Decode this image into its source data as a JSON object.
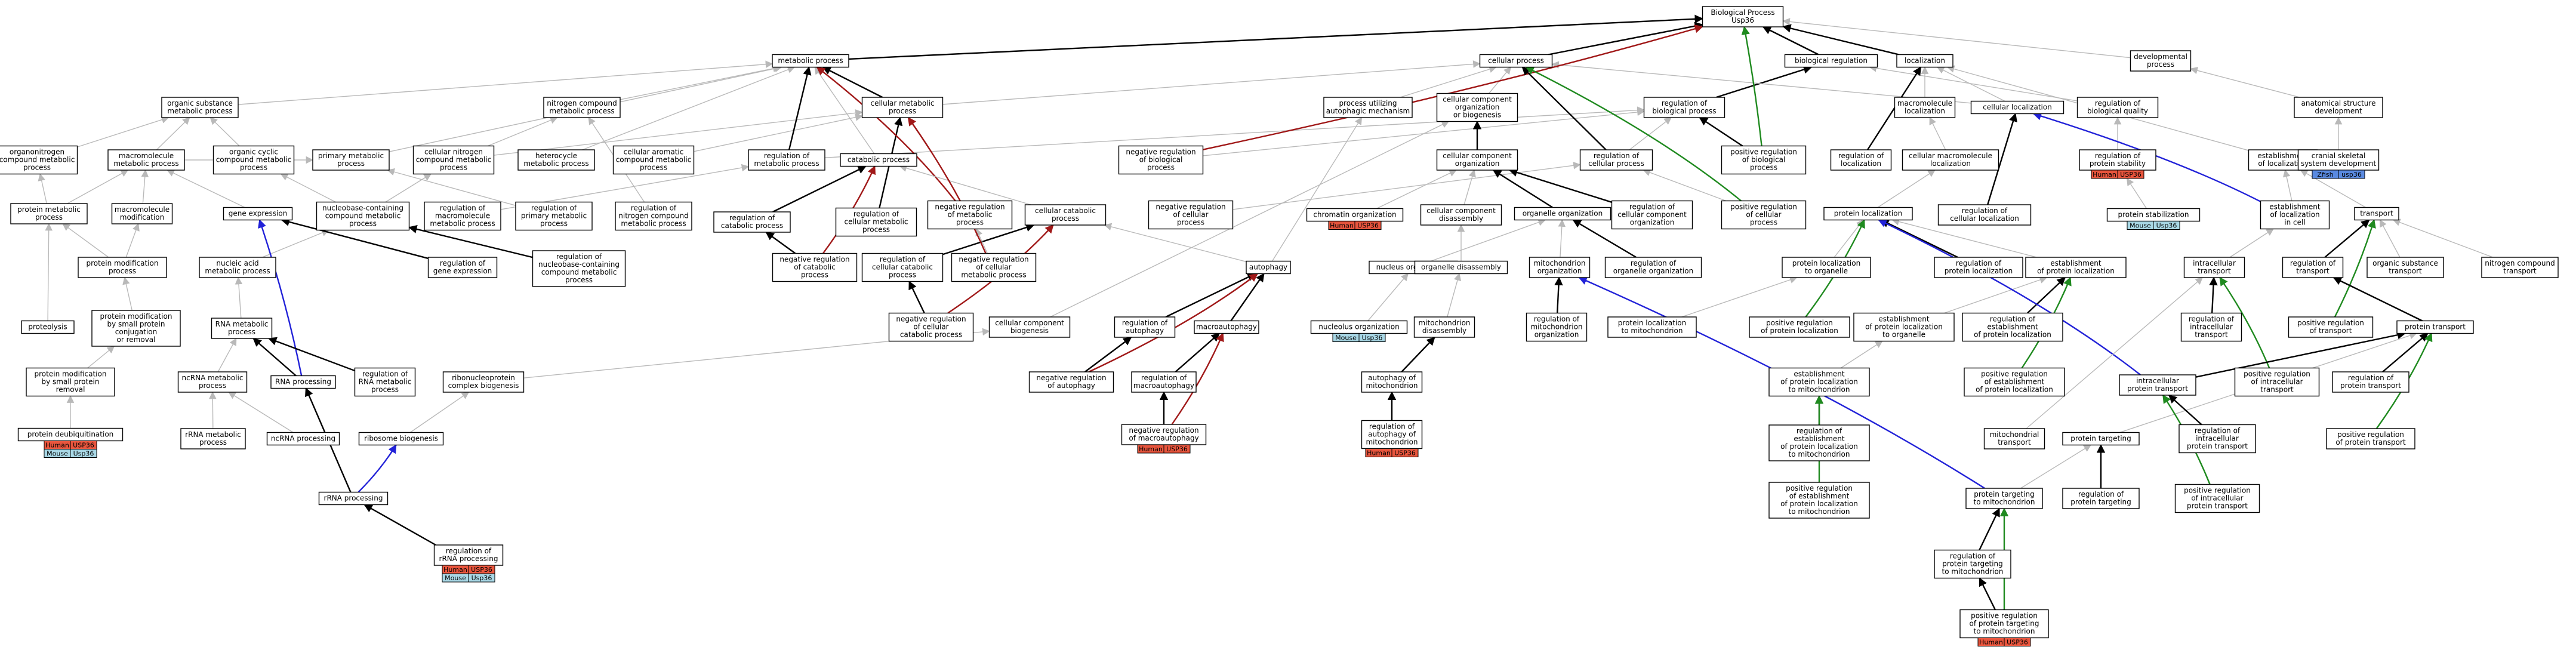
{
  "nodes": {
    "bp": "Biological Process\nUsp36",
    "metabolic_process": "metabolic process",
    "cellular_process": "cellular process",
    "biological_regulation": "biological regulation",
    "localization": "localization",
    "developmental_process": "developmental\nprocess",
    "organic_substance_metabolic": "organic substance\nmetabolic process",
    "nitrogen_compound_metabolic": "nitrogen compound\nmetabolic process",
    "cellular_metabolic": "cellular metabolic\nprocess",
    "process_utilizing_autophagic": "process utilizing\nautophagic mechanism",
    "cellular_component_org_biogenesis": "cellular component\norganization\nor biogenesis",
    "regulation_biological_process": "regulation of\nbiological process",
    "macromolecule_localization": "macromolecule\nlocalization",
    "cellular_localization": "cellular localization",
    "regulation_biological_quality": "regulation of\nbiological quality",
    "anatomical_structure_dev": "anatomical structure\ndevelopment",
    "organonitrogen_compound_metabolic": "organonitrogen\ncompound metabolic\nprocess",
    "macromolecule_metabolic": "macromolecule\nmetabolic process",
    "organic_cyclic_compound_metabolic": "organic cyclic\ncompound metabolic\nprocess",
    "primary_metabolic": "primary metabolic\nprocess",
    "cellular_nitrogen_compound_metabolic": "cellular nitrogen\ncompound metabolic\nprocess",
    "heterocycle_metabolic": "heterocycle\nmetabolic process",
    "cellular_aromatic_compound_metabolic": "cellular aromatic\ncompound metabolic\nprocess",
    "regulation_metabolic_process": "regulation of\nmetabolic process",
    "catabolic_process": "catabolic process",
    "negative_regulation_biological_process": "negative regulation\nof biological\nprocess",
    "cellular_component_organization": "cellular component\norganization",
    "regulation_cellular_process": "regulation of\ncellular process",
    "positive_regulation_biological_process": "positive regulation\nof biological\nprocess",
    "regulation_of_localization": "regulation of\nlocalization",
    "cellular_macromolecule_localization": "cellular macromolecule\nlocalization",
    "regulation_protein_stability": "regulation of\nprotein stability",
    "establishment_of_localization": "establishment\nof localization",
    "cranial_skeletal_system_dev": "cranial skeletal\nsystem development",
    "protein_metabolic": "protein metabolic\nprocess",
    "macromolecule_modification": "macromolecule\nmodification",
    "gene_expression": "gene expression",
    "nucleobase_containing_compound_metabolic": "nucleobase-containing\ncompound metabolic\nprocess",
    "regulation_macromolecule_metabolic": "regulation of\nmacromolecule\nmetabolic process",
    "regulation_primary_metabolic": "regulation of\nprimary metabolic\nprocess",
    "regulation_nitrogen_compound_metabolic": "regulation of\nnitrogen compound\nmetabolic process",
    "regulation_catabolic_process": "regulation of\ncatabolic process",
    "regulation_cellular_metabolic": "regulation of\ncellular metabolic\nprocess",
    "negative_regulation_metabolic": "negative regulation\nof metabolic\nprocess",
    "cellular_catabolic": "cellular catabolic\nprocess",
    "negative_regulation_cellular_process": "negative regulation\nof cellular\nprocess",
    "chromatin_organization": "chromatin organization",
    "cellular_component_disassembly": "cellular component\ndisassembly",
    "organelle_organization": "organelle organization",
    "regulation_cellular_component_org": "regulation of\ncellular component\norganization",
    "positive_regulation_cellular_process": "positive regulation\nof cellular\nprocess",
    "protein_localization": "protein localization",
    "regulation_cellular_localization": "regulation of\ncellular localization",
    "protein_stabilization": "protein stabilization",
    "establishment_localization_in_cell": "establishment\nof localization\nin cell",
    "transport": "transport",
    "protein_modification_process": "protein modification\nprocess",
    "nucleic_acid_metabolic": "nucleic acid\nmetabolic process",
    "regulation_gene_expression": "regulation of\ngene expression",
    "regulation_nucleobase_metabolic": "regulation of\nnucleobase-containing\ncompound metabolic\nprocess",
    "negative_regulation_catabolic": "negative regulation\nof catabolic\nprocess",
    "regulation_cellular_catabolic": "regulation of\ncellular catabolic\nprocess",
    "negative_regulation_cellular_metabolic": "negative regulation\nof cellular\nmetabolic process",
    "autophagy": "autophagy",
    "nucleus_organization": "nucleus organization",
    "organelle_disassembly": "organelle disassembly",
    "mitochondrion_organization": "mitochondrion\norganization",
    "regulation_organelle_organization": "regulation of\norganelle organization",
    "protein_localization_to_organelle": "protein localization\nto organelle",
    "regulation_protein_localization": "regulation of\nprotein localization",
    "establishment_protein_localization": "establishment\nof protein localization",
    "intracellular_transport": "intracellular\ntransport",
    "regulation_of_transport": "regulation of\ntransport",
    "organic_substance_transport": "organic substance\ntransport",
    "nitrogen_compound_transport": "nitrogen compound\ntransport",
    "proteolysis": "proteolysis",
    "protein_modification_small_conj": "protein modification\nby small protein\nconjugation\nor removal",
    "rna_metabolic": "RNA metabolic\nprocess",
    "negative_regulation_cellular_catabolic": "negative regulation\nof cellular\ncatabolic process",
    "cellular_component_biogenesis": "cellular component\nbiogenesis",
    "regulation_of_autophagy": "regulation of\nautophagy",
    "macroautophagy": "macroautophagy",
    "nucleolus_organization": "nucleolus organization",
    "mitochondrion_disassembly": "mitochondrion\ndisassembly",
    "regulation_mitochondrion_org": "regulation of\nmitochondrion\norganization",
    "protein_localization_to_mitochondrion": "protein localization\nto mitochondrion",
    "positive_regulation_protein_localization": "positive regulation\nof protein localization",
    "establishment_protein_localization_organelle": "establishment\nof protein localization\nto organelle",
    "regulation_establishment_protein_localization": "regulation of\nestablishment\nof protein localization",
    "regulation_intracellular_transport": "regulation of\nintracellular\ntransport",
    "positive_regulation_of_transport": "positive regulation\nof transport",
    "protein_transport": "protein transport",
    "protein_modification_small_removal": "protein modification\nby small protein\nremoval",
    "ncrna_metabolic": "ncRNA metabolic\nprocess",
    "rna_processing": "RNA processing",
    "regulation_rna_metabolic": "regulation of\nRNA metabolic\nprocess",
    "ribonucleoprotein_complex_biogenesis": "ribonucleoprotein\ncomplex biogenesis",
    "negative_regulation_autophagy": "negative regulation\nof autophagy",
    "regulation_macroautophagy": "regulation of\nmacroautophagy",
    "autophagy_of_mitochondrion": "autophagy of\nmitochondrion",
    "establishment_protein_localization_mito": "establishment\nof protein localization\nto mitochondrion",
    "positive_regulation_establishment_protein_localization": "positive regulation\nof establishment\nof protein localization",
    "positive_regulation_intracellular_transport": "positive regulation\nof intracellular\ntransport",
    "intracellular_protein_transport": "intracellular\nprotein transport",
    "regulation_protein_transport": "regulation of\nprotein transport",
    "positive_regulation_protein_transport": "positive regulation\nof protein transport",
    "protein_deubiquitination": "protein deubiquitination",
    "rrna_metabolic": "rRNA metabolic\nprocess",
    "ncrna_processing": "ncRNA processing",
    "ribosome_biogenesis": "ribosome biogenesis",
    "negative_regulation_macroautophagy": "negative regulation\nof macroautophagy",
    "regulation_autophagy_mitochondrion": "regulation of\nautophagy of\nmitochondrion",
    "regulation_establishment_protein_localization_mito": "regulation of\nestablishment\nof protein localization\nto mitochondrion",
    "mitochondrial_transport": "mitochondrial\ntransport",
    "protein_targeting": "protein targeting",
    "regulation_intracellular_protein_transport": "regulation of\nintracellular\nprotein transport",
    "rrna_processing": "rRNA processing",
    "positive_regulation_establishment_protein_localization_mito": "positive regulation\nof establishment\nof protein localization\nto mitochondrion",
    "protein_targeting_to_mitochondrion": "protein targeting\nto mitochondrion",
    "regulation_protein_targeting": "regulation of\nprotein targeting",
    "positive_regulation_intracellular_protein_transport": "positive regulation\nof intracellular\nprotein transport",
    "regulation_rrna_processing": "regulation of\nrRNA processing",
    "regulation_protein_targeting_mito": "regulation of\nprotein targeting\nto mitochondrion",
    "positive_regulation_protein_targeting_mito": "positive regulation\nof protein targeting\nto mitochondrion"
  },
  "annotations": {
    "regulation_protein_stability": [
      {
        "species": "Human",
        "gene": "USP36"
      }
    ],
    "cranial_skeletal_system_dev": [
      {
        "species": "Zfish",
        "gene": "usp36"
      }
    ],
    "chromatin_organization": [
      {
        "species": "Human",
        "gene": "USP36"
      }
    ],
    "protein_stabilization": [
      {
        "species": "Mouse",
        "gene": "Usp36"
      }
    ],
    "protein_deubiquitination": [
      {
        "species": "Human",
        "gene": "USP36"
      },
      {
        "species": "Mouse",
        "gene": "Usp36"
      }
    ],
    "nucleolus_organization": [
      {
        "species": "Mouse",
        "gene": "Usp36"
      }
    ],
    "negative_regulation_macroautophagy": [
      {
        "species": "Human",
        "gene": "USP36"
      }
    ],
    "regulation_autophagy_mitochondrion": [
      {
        "species": "Human",
        "gene": "USP36"
      }
    ],
    "regulation_rrna_processing": [
      {
        "species": "Human",
        "gene": "USP36"
      },
      {
        "species": "Mouse",
        "gene": "Usp36"
      }
    ],
    "positive_regulation_protein_targeting_mito": [
      {
        "species": "Human",
        "gene": "USP36"
      }
    ]
  },
  "colors": {
    "Human": "#e8553d",
    "Mouse": "#a9d8e6",
    "Zfish": "#5a8ae0",
    "edge_default": "#b9b9b9",
    "edge_is_a": "#000000",
    "edge_negatively_regulates": "#a01818",
    "edge_positively_regulates": "#1f8a1f",
    "edge_regulates": "#2222d8"
  }
}
